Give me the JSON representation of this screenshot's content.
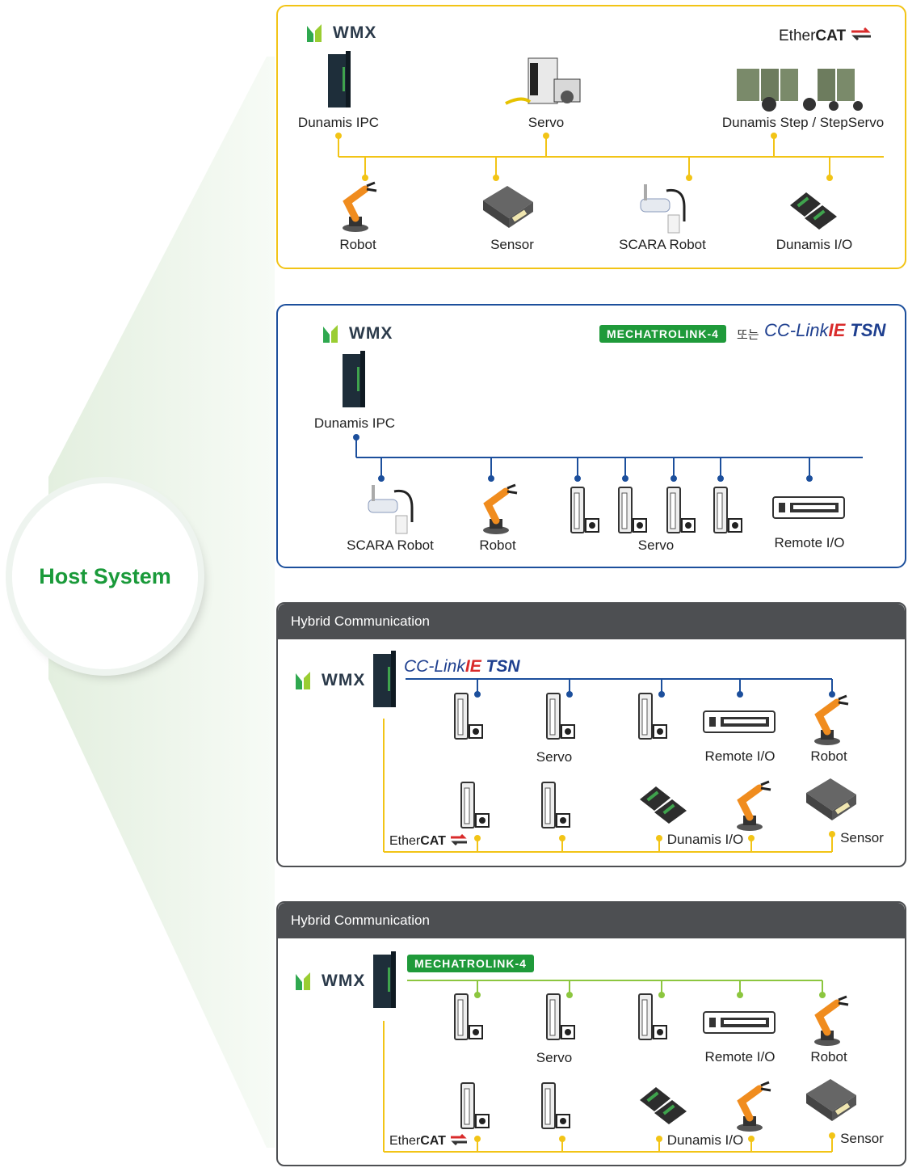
{
  "host": {
    "label": "Host System"
  },
  "brand": {
    "wmx": "WMX",
    "ethercat_prefix": "Ether",
    "ethercat_suffix": "CAT",
    "mechatrolink": "MECHATROLINK-4",
    "or_text": "또는",
    "cclink_prefix": "CC-Link",
    "cclink_ie": "IE",
    "cclink_tsn": "TSN"
  },
  "colors": {
    "ethercat_line": "#f2c416",
    "cclink_line": "#1c4f9c",
    "mechatrolink_line": "#8cc63f",
    "host_green": "#1a9a3a"
  },
  "panel1": {
    "top_devices": [
      "Dunamis IPC",
      "Servo",
      "Dunamis Step / StepServo"
    ],
    "bottom_devices": [
      "Robot",
      "Sensor",
      "SCARA Robot",
      "Dunamis I/O"
    ]
  },
  "panel2": {
    "ipc": "Dunamis IPC",
    "devices": [
      "SCARA Robot",
      "Robot",
      "Servo",
      "Remote I/O"
    ]
  },
  "panel3": {
    "title": "Hybrid Communication",
    "top_labels": [
      "Servo",
      "Remote I/O",
      "Robot"
    ],
    "bottom_labels": [
      "Dunamis I/O",
      "Sensor"
    ]
  },
  "panel4": {
    "title": "Hybrid Communication",
    "top_labels": [
      "Servo",
      "Remote I/O",
      "Robot"
    ],
    "bottom_labels": [
      "Dunamis I/O",
      "Sensor"
    ]
  }
}
